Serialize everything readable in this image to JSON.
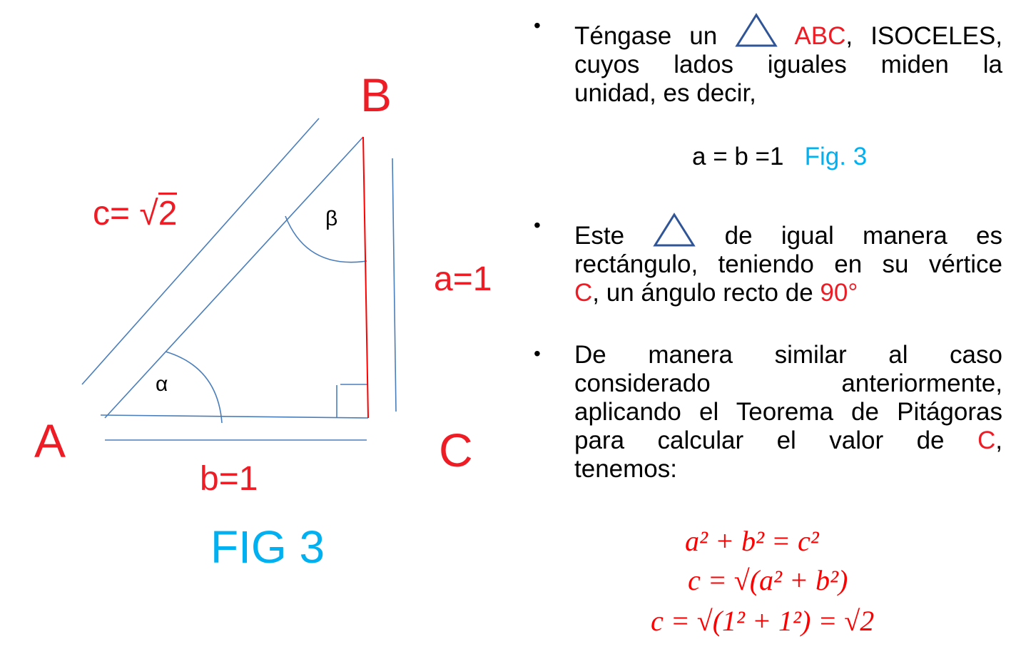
{
  "figure": {
    "vertex_a": "A",
    "vertex_b": "B",
    "vertex_c": "C",
    "side_c": "c= ",
    "side_c_root": "2",
    "side_a": "a=1",
    "side_b": "b=1",
    "angle_alpha": "α",
    "angle_beta": "β",
    "caption": "FIG 3"
  },
  "colors": {
    "line": "#4a7ebb",
    "red": "#ee1c25",
    "cyan": "#00b0f0"
  },
  "bullets": [
    {
      "l1a": "Téngase un",
      "l1b": "ABC",
      ",l1c": "",
      "l1c": ", ISOCELES,",
      "l2": "cuyos lados iguales miden la",
      "l3": "unidad, es decir,"
    },
    {
      "l1a": "Este",
      "l1b": "de igual manera es",
      "l2": "rectángulo, teniendo en su vértice",
      "l3a": "C",
      "l3b": ", un ángulo recto de ",
      "l3c": "90°"
    },
    {
      "l1": "De manera similar al caso",
      "l2": "considerado anteriormente,",
      "l3": "aplicando el Teorema de Pitágoras",
      "l4a": "para calcular el valor de",
      "l4b": "C",
      ",l4c": "",
      "l4c": ",",
      "l5": "tenemos:"
    }
  ],
  "bullet_glyph": "•",
  "equation": {
    "text": "a = b =1",
    "ref": "Fig. 3"
  },
  "formulas": {
    "f1": "a² + b² = c²",
    "f2": "c = √(a² + b²)",
    "f3": "c = √(1² + 1²) = √2"
  }
}
